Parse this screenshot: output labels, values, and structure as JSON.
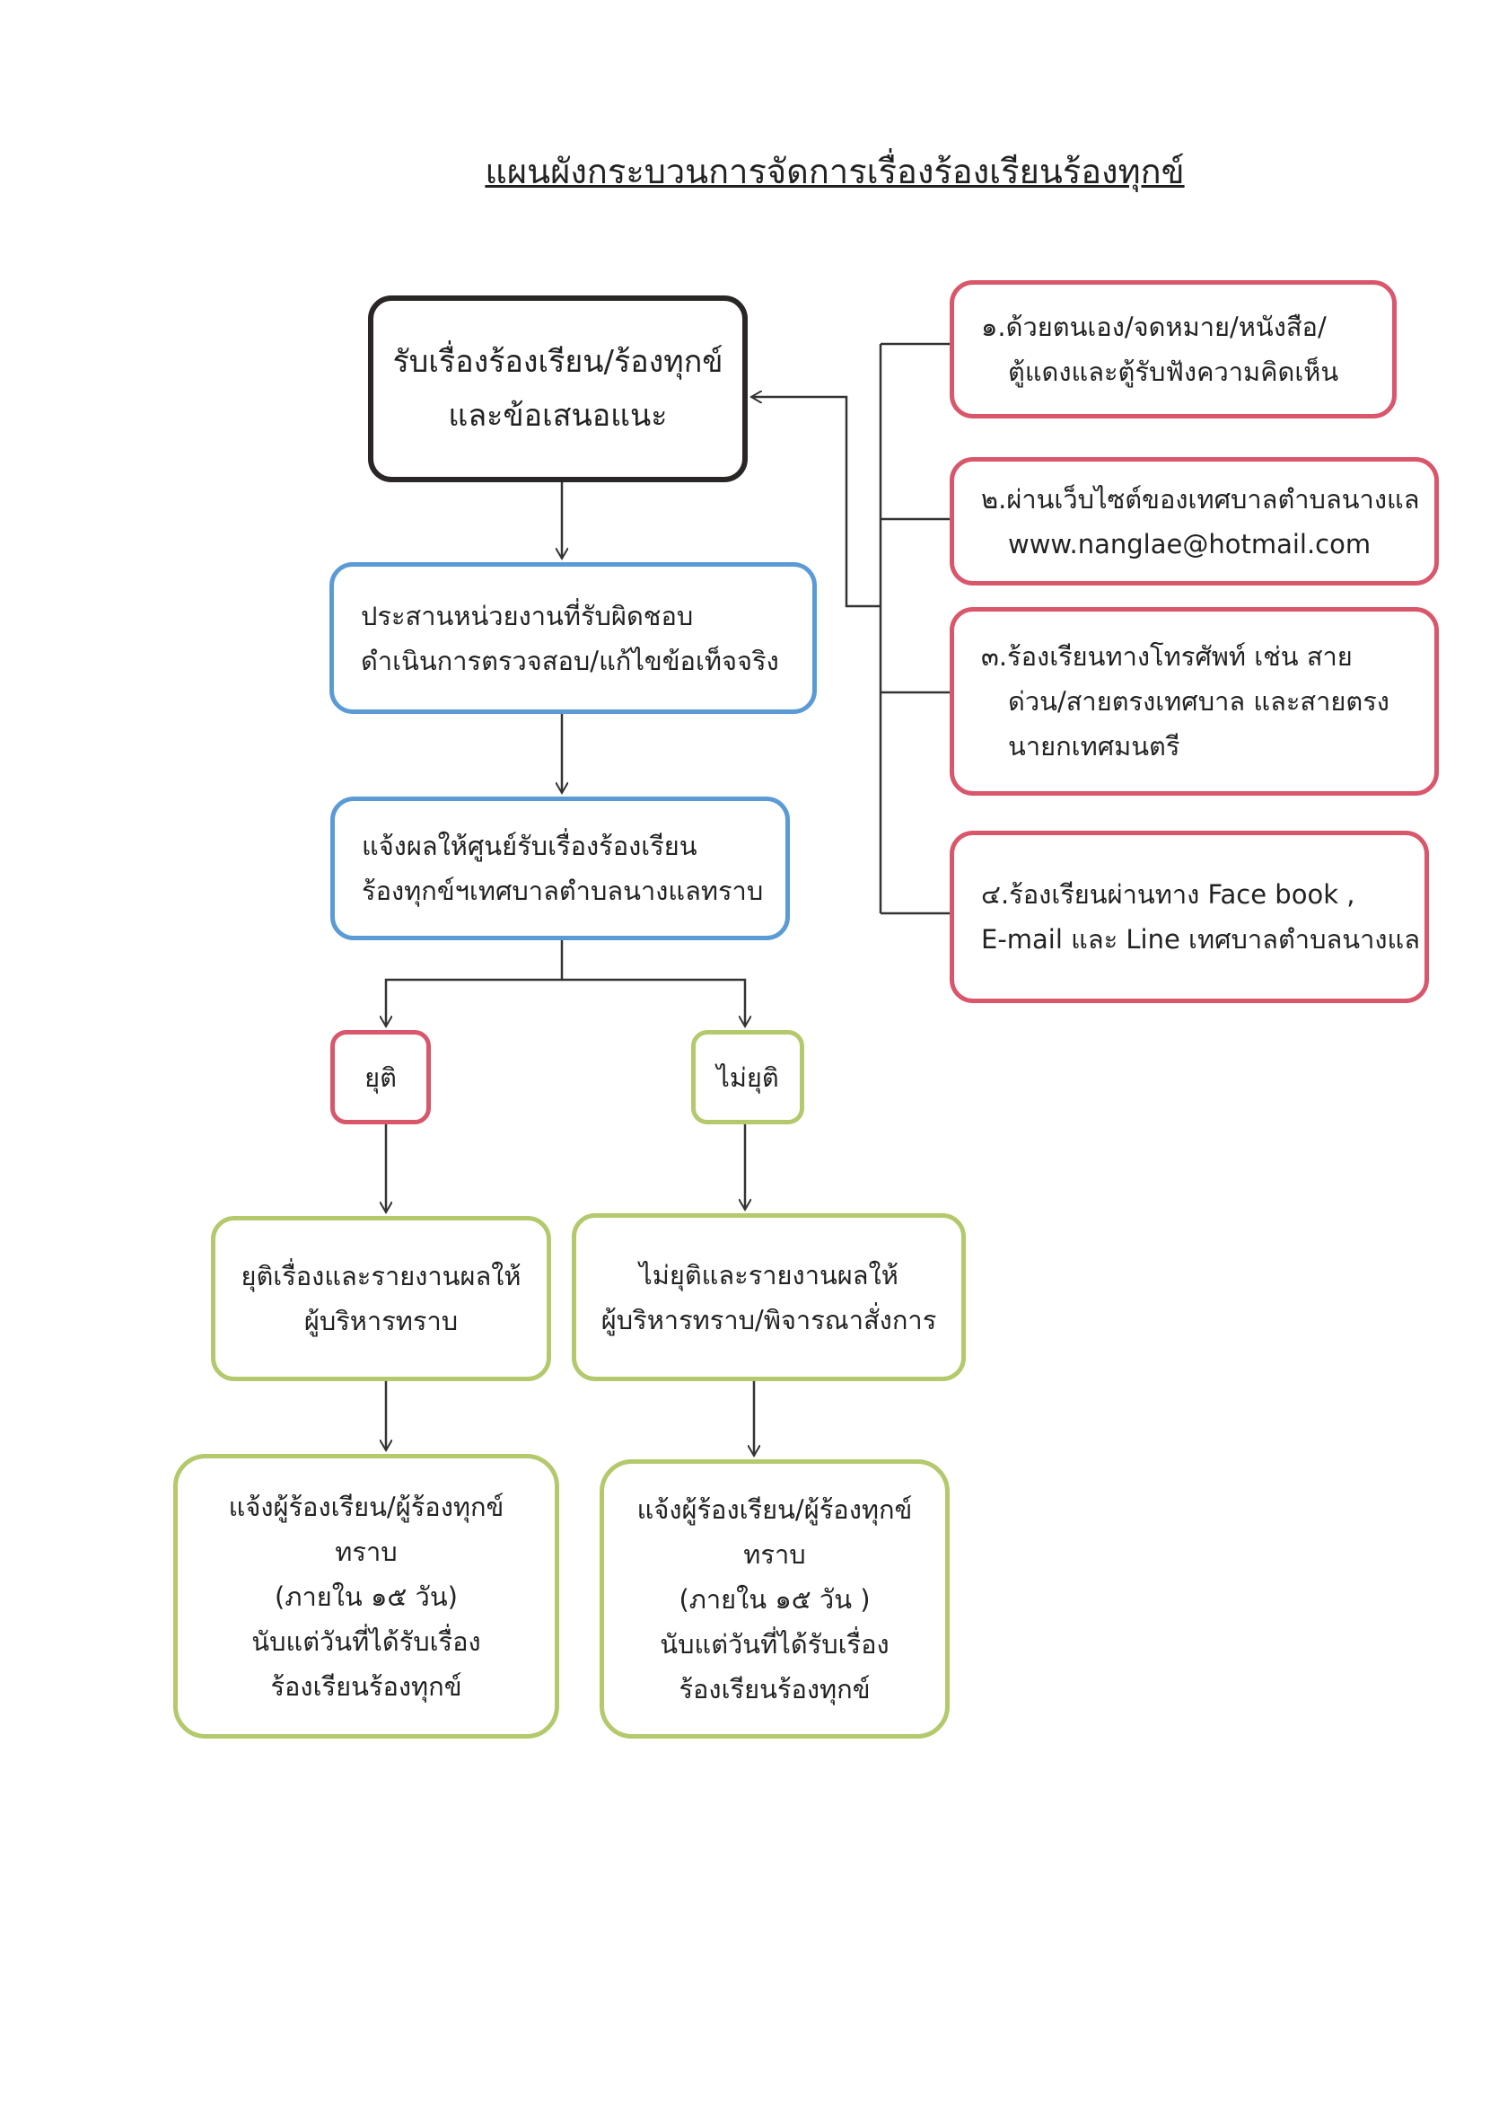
{
  "title": "แผนผังกระบวนการจัดการเรื่องร้องเรียนร้องทุกข์",
  "main_flow": {
    "receive": [
      "รับเรื่องร้องเรียน/ร้องทุกข์",
      "และข้อเสนอแนะ"
    ],
    "coordinate": [
      "ประสานหน่วยงานที่รับผิดชอบ",
      "ดำเนินการตรวจสอบ/แก้ไขข้อเท็จจริง"
    ],
    "notify_center": [
      "แจ้งผลให้ศูนย์รับเรื่องร้องเรียน",
      "ร้องทุกข์ฯเทศบาลตำบลนางแลทราบ"
    ],
    "terminate": "ยุติ",
    "not_terminate": "ไม่ยุติ",
    "terminate_report": [
      "ยุติเรื่องและรายงานผลให้",
      "ผู้บริหารทราบ"
    ],
    "not_terminate_report": [
      "ไม่ยุติและรายงานผลให้",
      "ผู้บริหารทราบ/พิจารณาสั่งการ"
    ],
    "notify_left": [
      "แจ้งผู้ร้องเรียน/ผู้ร้องทุกข์",
      "ทราบ",
      "(ภายใน ๑๕ วัน)",
      "นับแต่วันที่ได้รับเรื่อง",
      "ร้องเรียนร้องทุกข์"
    ],
    "notify_right": [
      "แจ้งผู้ร้องเรียน/ผู้ร้องทุกข์",
      "ทราบ",
      "(ภายใน ๑๕ วัน )",
      "นับแต่วันที่ได้รับเรื่อง",
      "ร้องเรียนร้องทุกข์"
    ]
  },
  "channels": [
    [
      "๑.ด้วยตนเอง/จดหมาย/หนังสือ/",
      "ตู้แดงและตู้รับฟังความคิดเห็น"
    ],
    [
      "๒.ผ่านเว็บไซต์ของเทศบาลตำบลนางแล",
      "www.nanglae@hotmail.com"
    ],
    [
      "๓.ร้องเรียนทางโทรศัพท์ เช่น สาย",
      "ด่วน/สายตรงเทศบาล และสายตรง",
      "นายกเทศมนตรี"
    ],
    [
      "๔.ร้องเรียนผ่านทาง Face book ,",
      "E-mail และ Line เทศบาลตำบลนางแล"
    ]
  ],
  "colors": {
    "black": "#2a2626",
    "blue": "#5b9bd5",
    "red": "#d9566b",
    "green": "#b3c96b"
  }
}
